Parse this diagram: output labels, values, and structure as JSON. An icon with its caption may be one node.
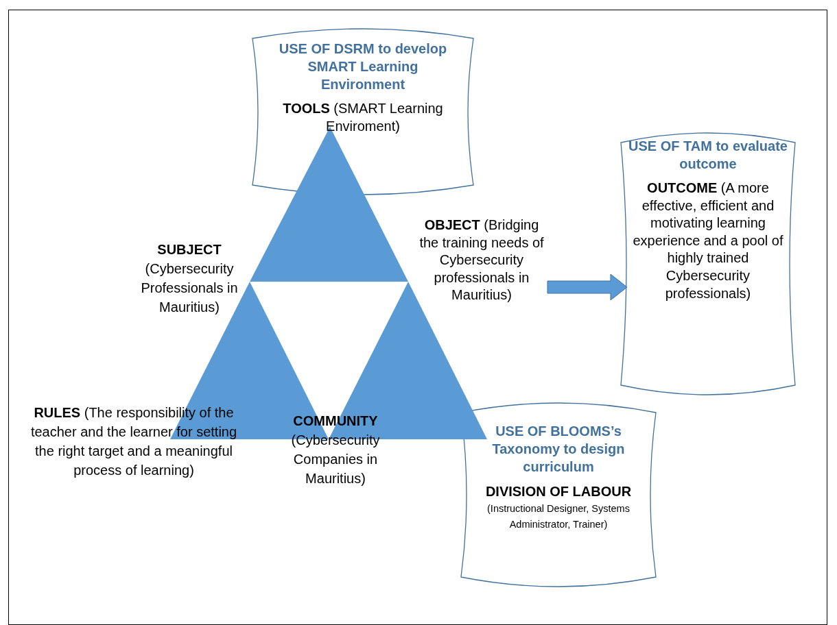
{
  "diagram": {
    "nodes": [
      {
        "text": [
          "USE OF DSRM to develop SMART Learning Environment",
          "**TOOLS** (SMART Learning Enviroment)"
        ]
      },
      {
        "text": [
          "**OBJECT** (Bridging the training needs of Cybersecurity professionals in Mauritius)"
        ]
      },
      {
        "text": [
          "USE OF TAM to evaluate outcome",
          "**OUTCOME** (A more effective, efficient and motivating learning experience and a pool of highly trained Cybersecurity professionals)"
        ]
      },
      {
        "text": [
          "USE OF BLOOMS’s Taxonomy to design curriculum",
          "**DIVISION OF LABOUR** (Instructional Designer, Systems Administrator, Trainer)"
        ]
      }
    ],
    "edges": [
      {
        "from": 1,
        "to": 2,
        "arrow": "to",
        "style": "thick"
      }
    ],
    "labels": [
      "**SUBJECT** (Cybersecurity Professionals in Mauritius)",
      "**RULES** (The responsibility of the teacher and the learner for setting the right target and a meaningful process of learning)",
      "**COMMUNITY** (Cybersecurity Companies in Mauritius)"
    ]
  }
}
